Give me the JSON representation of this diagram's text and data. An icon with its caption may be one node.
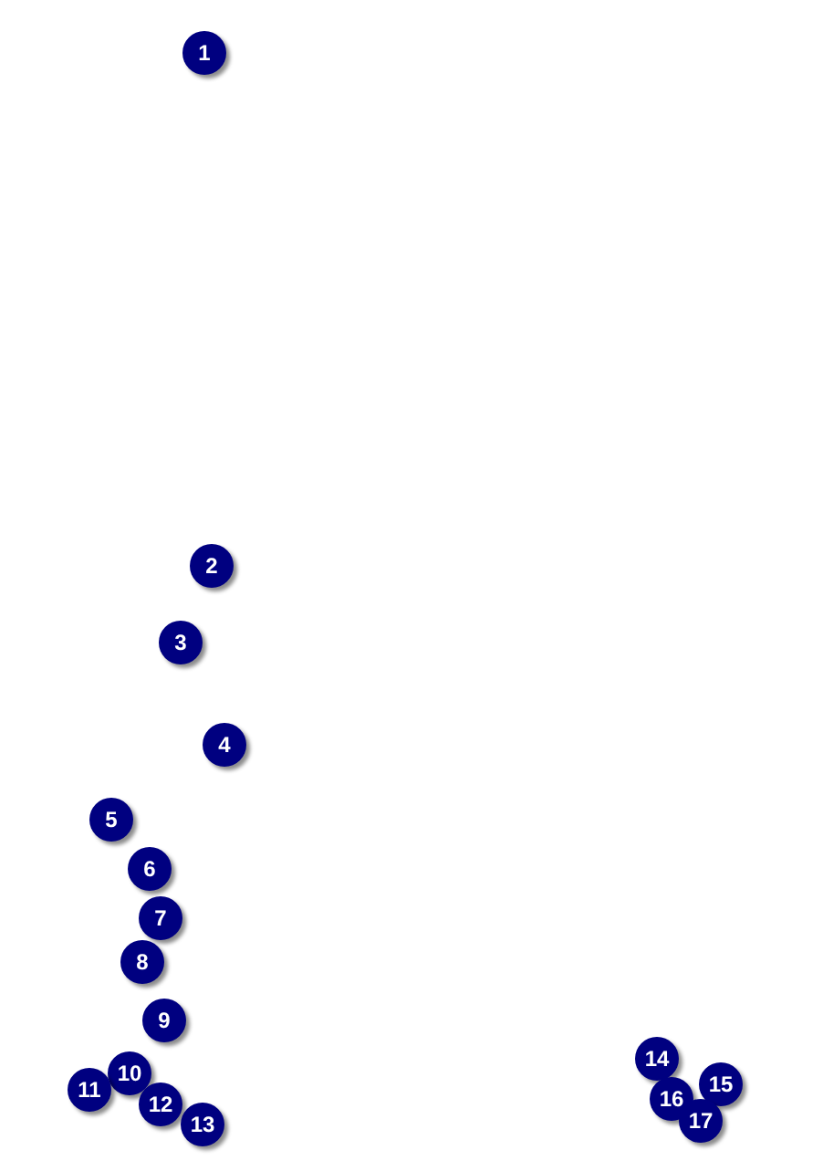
{
  "diagram": {
    "labels": [
      "1",
      "2",
      "3",
      "4",
      "5",
      "6",
      "7",
      "8",
      "9",
      "10",
      "11",
      "12",
      "13",
      "14",
      "15",
      "16",
      "17"
    ]
  }
}
